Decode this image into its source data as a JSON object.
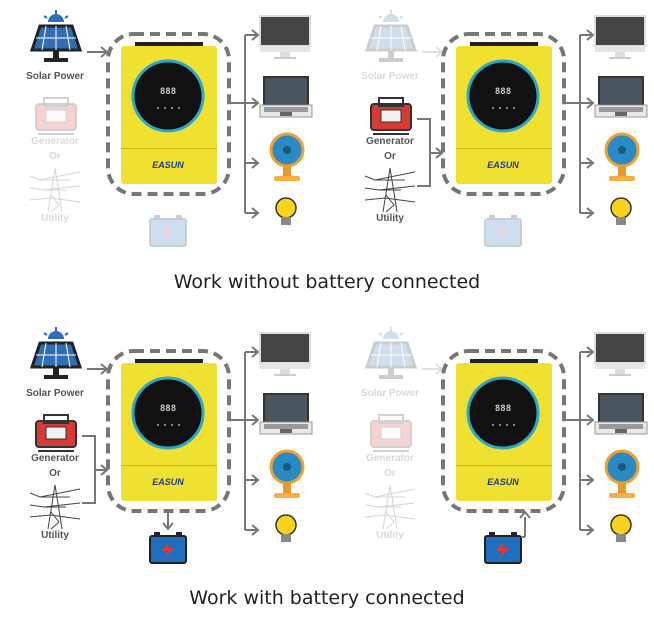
{
  "labels": {
    "solar": "Solar Power",
    "generator": "Generator",
    "or": "Or",
    "utility": "Utility"
  },
  "brand": "EASUN",
  "captions": {
    "top": "Work without battery connected",
    "bottom": "Work with battery connected"
  },
  "colors": {
    "inverter": "#f0e130",
    "arrow": "#777777",
    "dash": "#777777",
    "panel_blue": "#2f6db5",
    "battery": "#1e6fc0",
    "bolt": "#e83a2a"
  },
  "panels": [
    {
      "id": "solar-only",
      "solar_active": true,
      "grid_active": false,
      "battery_active": false,
      "battery_flow": "none"
    },
    {
      "id": "generator-utility",
      "solar_active": false,
      "grid_active": true,
      "battery_active": false,
      "battery_flow": "none"
    },
    {
      "id": "all-sources-charging",
      "solar_active": true,
      "grid_active": true,
      "battery_active": true,
      "battery_flow": "charge"
    },
    {
      "id": "battery-discharging",
      "solar_active": false,
      "grid_active": false,
      "battery_active": true,
      "battery_flow": "discharge"
    }
  ]
}
